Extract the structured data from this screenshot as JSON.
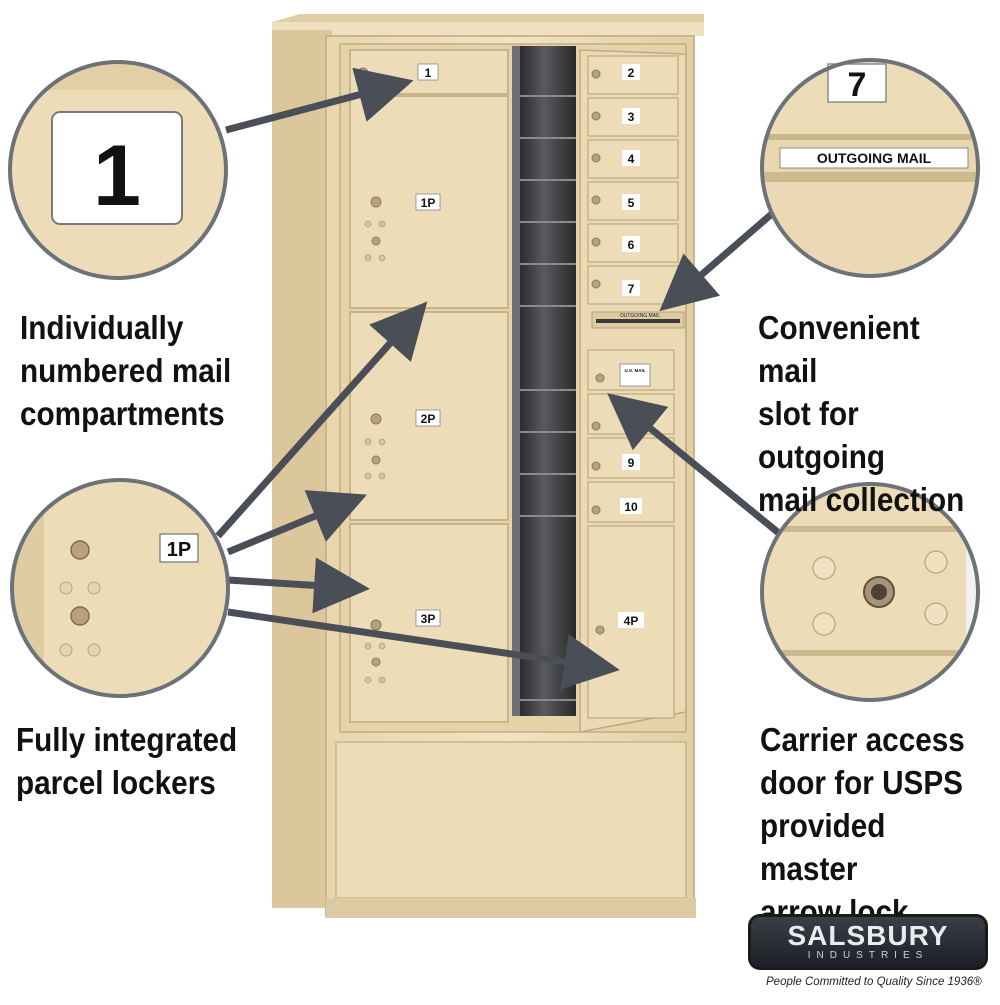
{
  "colors": {
    "cabinet": "#ecdcb8",
    "cabinet_shadow": "#c9b68e",
    "interior_dark": "#2c2c2e",
    "arrow": "#4a4f57",
    "logo_bg": "#2a2e35"
  },
  "compartments": {
    "left_column": [
      "1",
      "1P",
      "2P",
      "3P"
    ],
    "right_column": [
      "2",
      "3",
      "4",
      "5",
      "6",
      "7",
      "9",
      "10",
      "4P"
    ]
  },
  "outgoing_slot_label": "OUTGOING MAIL",
  "usmail_label": "U.S. MAIL",
  "callouts": {
    "numbered": {
      "number": "1"
    },
    "outgoing": {
      "number": "7",
      "label": "OUTGOING MAIL"
    },
    "parcel": {
      "label": "1P"
    },
    "carrier": {
      "icon": "lock-icon"
    }
  },
  "captions": {
    "left_top": "Individually\nnumbered mail\ncompartments",
    "left_bottom": "Fully integrated\nparcel lockers",
    "right_top": "Convenient mail\nslot for outgoing\nmail collection",
    "right_bottom": "Carrier access\ndoor for USPS\nprovided master\narrow lock"
  },
  "logo": {
    "name": "SALSBURY",
    "sub": "INDUSTRIES",
    "tagline": "People Committed to Quality Since 1936®"
  }
}
